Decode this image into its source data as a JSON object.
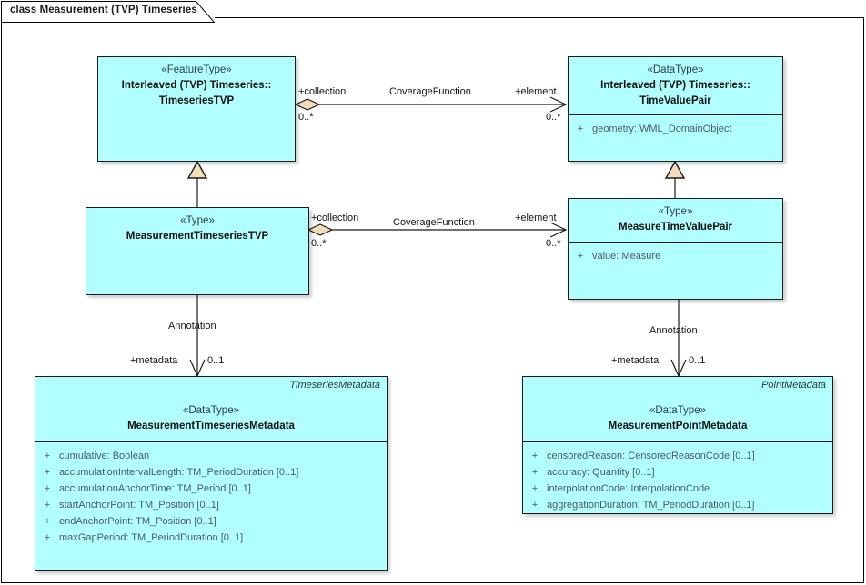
{
  "diagram": {
    "title": "class Measurement (TVP) Timeseries",
    "colors": {
      "class_fill": "#b2ffff",
      "class_border": "#1b1b1b",
      "diamond_fill": "#f2dcba",
      "triangle_fill": "#f2dcba",
      "attribute_text": "#4d5a63",
      "background": "#ffffff"
    }
  },
  "classes": {
    "timeseries_tvp": {
      "stereotype": "«FeatureType»",
      "name_line1": "Interleaved (TVP) Timeseries::",
      "name_line2": "TimeseriesTVP",
      "corner_label": "",
      "attributes": []
    },
    "time_value_pair": {
      "stereotype": "«DataType»",
      "name_line1": "Interleaved (TVP) Timeseries::",
      "name_line2": "TimeValuePair",
      "corner_label": "",
      "attributes": [
        {
          "visibility": "+",
          "text": "geometry: WML_DomainObject"
        }
      ]
    },
    "measurement_timeseries_tvp": {
      "stereotype": "«Type»",
      "name_line1": "MeasurementTimeseriesTVP",
      "name_line2": "",
      "corner_label": "",
      "attributes": []
    },
    "measure_time_value_pair": {
      "stereotype": "«Type»",
      "name_line1": "MeasureTimeValuePair",
      "name_line2": "",
      "corner_label": "",
      "attributes": [
        {
          "visibility": "+",
          "text": "value: Measure"
        }
      ]
    },
    "measurement_timeseries_metadata": {
      "stereotype": "«DataType»",
      "name_line1": "MeasurementTimeseriesMetadata",
      "name_line2": "",
      "corner_label": "TimeseriesMetadata",
      "attributes": [
        {
          "visibility": "+",
          "text": "cumulative: Boolean"
        },
        {
          "visibility": "+",
          "text": "accumulationIntervalLength: TM_PeriodDuration [0..1]"
        },
        {
          "visibility": "+",
          "text": "accumulationAnchorTime: TM_Period [0..1]"
        },
        {
          "visibility": "+",
          "text": "startAnchorPoint: TM_Position [0..1]"
        },
        {
          "visibility": "+",
          "text": "endAnchorPoint: TM_Position [0..1]"
        },
        {
          "visibility": "+",
          "text": "maxGapPeriod: TM_PeriodDuration [0..1]"
        }
      ]
    },
    "measurement_point_metadata": {
      "stereotype": "«DataType»",
      "name_line1": "MeasurementPointMetadata",
      "name_line2": "",
      "corner_label": "PointMetadata",
      "attributes": [
        {
          "visibility": "+",
          "text": "censoredReason: CensoredReasonCode [0..1]"
        },
        {
          "visibility": "+",
          "text": "accuracy: Quantity [0..1]"
        },
        {
          "visibility": "+",
          "text": "interpolationCode: InterpolationCode"
        },
        {
          "visibility": "+",
          "text": "aggregationDuration: TM_PeriodDuration [0..1]"
        }
      ]
    }
  },
  "connectors": {
    "coverage_top": {
      "name": "CoverageFunction",
      "source_role": "+collection",
      "source_multiplicity": "0..*",
      "target_role": "+element",
      "target_multiplicity": "0..*"
    },
    "coverage_middle": {
      "name": "CoverageFunction",
      "source_role": "+collection",
      "source_multiplicity": "0..*",
      "target_role": "+element",
      "target_multiplicity": "0..*"
    },
    "annotation_left": {
      "name": "Annotation",
      "source_role": "+metadata",
      "target_multiplicity": "0..1"
    },
    "annotation_right": {
      "name": "Annotation",
      "source_role": "+metadata",
      "target_multiplicity": "0..1"
    }
  }
}
